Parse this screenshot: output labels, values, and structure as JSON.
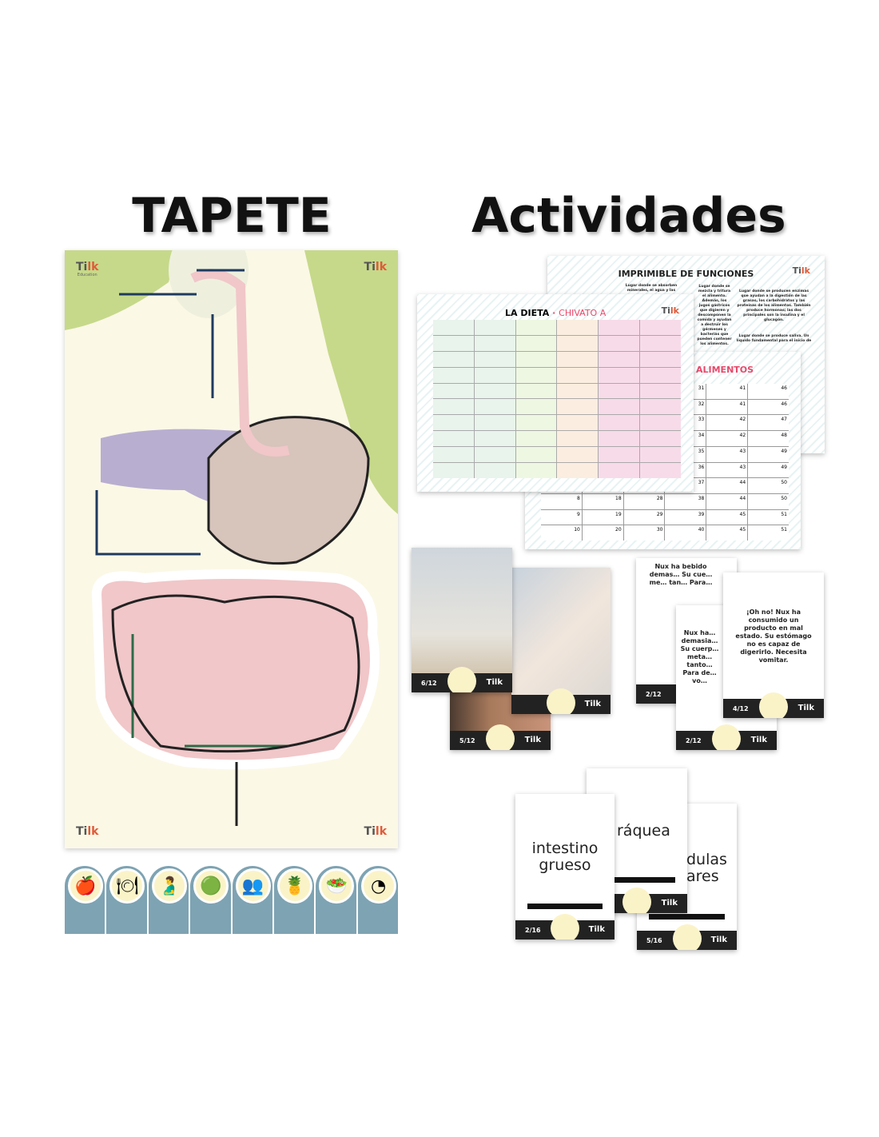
{
  "titles": {
    "left": "TAPETE",
    "right": "Actividades"
  },
  "brand": {
    "name": "Tilk",
    "sub": "Education"
  },
  "mat": {
    "colors": {
      "top": "#c6d98a",
      "body": "#fbf8e6",
      "liver": "#b8aed0",
      "stomach": "#d7c4bb",
      "intestine": "#f1c7c9"
    }
  },
  "strip": {
    "icons": [
      "🍎",
      "🍽",
      "🫃",
      "🟢",
      "👥",
      "🍍",
      "🥗",
      "◔"
    ],
    "color": "#7ea3b3"
  },
  "sheets": {
    "funciones": {
      "title": "IMPRIMIBLE DE FUNCIONES",
      "cells": [
        "Lugar donde se absorben minerales, el agua y las",
        "Lugar donde se mezcla y tritura el alimento. Además, los jugos gástricos que digieren y descomponen la comida y ayudan a destruir los gérmenes y bacterias que pueden contener los alimentos.",
        "Lugar donde se producen enzimas que ayudan a la digestión de las grasas, los carbohidratos y las proteínas de los alimentos. También produce hormonas; las dos principales son la insulina y el glucagón.",
        "Lugar donde se produce saliva. Un líquido fundamental para el inicio de"
      ]
    },
    "alimentos": {
      "title": "ALIMENTOS",
      "numbers": [
        "31",
        "41",
        "46",
        "32",
        "41",
        "46",
        "33",
        "42",
        "47",
        "34",
        "42",
        "48",
        "35",
        "43",
        "49",
        "36",
        "43",
        "49",
        "37",
        "44",
        "50",
        "38",
        "44",
        "50",
        "39",
        "45",
        "51",
        "40",
        "45",
        "51",
        "8",
        "18",
        "28",
        "9",
        "19",
        "29",
        "10",
        "20",
        "30"
      ]
    },
    "dieta": {
      "title": "LA DIETA",
      "separator": "·",
      "subtitle": "CHIVATO A"
    }
  },
  "photo_cards": [
    {
      "page": "6/12"
    },
    {
      "page": ""
    },
    {
      "page": "5/12"
    }
  ],
  "text_cards": [
    {
      "page": "2/12",
      "text": "Nux ha bebido demas… Su cue… me… tan… Para…"
    },
    {
      "page": "2/12",
      "text": "Nux ha… demasia… Su cuerp… meta… tanto… Para de… vo…"
    },
    {
      "page": "4/12",
      "text": "¡Oh no! Nux ha consumido un producto en mal estado. Su estómago no es capaz de digerirlo. Necesita vomitar."
    }
  ],
  "word_cards": [
    {
      "page": "2/16",
      "word": "intestino grueso"
    },
    {
      "page": "",
      "word": "ráquea"
    },
    {
      "page": "5/16",
      "word": "dulas ares"
    }
  ]
}
